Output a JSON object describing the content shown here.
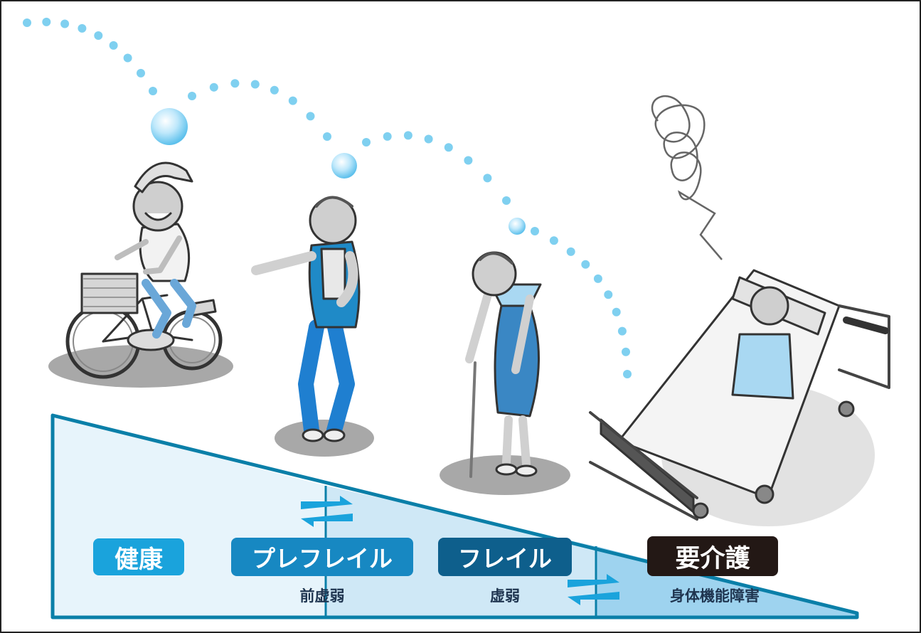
{
  "stages": [
    {
      "label": "健康",
      "sub": ""
    },
    {
      "label": "プレフレイル",
      "sub": "前虚弱"
    },
    {
      "label": "フレイル",
      "sub": "虚弱"
    },
    {
      "label": "要介護",
      "sub": "身体機能障害"
    }
  ],
  "colors": {
    "frame": "#0a7fa8",
    "stage_healthy": "#1aa3dc",
    "stage_prefrail": "#1788c2",
    "stage_frail": "#0e5f8c",
    "stage_care": "#231815",
    "ramp_light": "#e7f4fb",
    "ramp_mid": "#cfe8f6",
    "ramp_dark": "#9ed3ef",
    "dots": "#7fd0f0"
  }
}
